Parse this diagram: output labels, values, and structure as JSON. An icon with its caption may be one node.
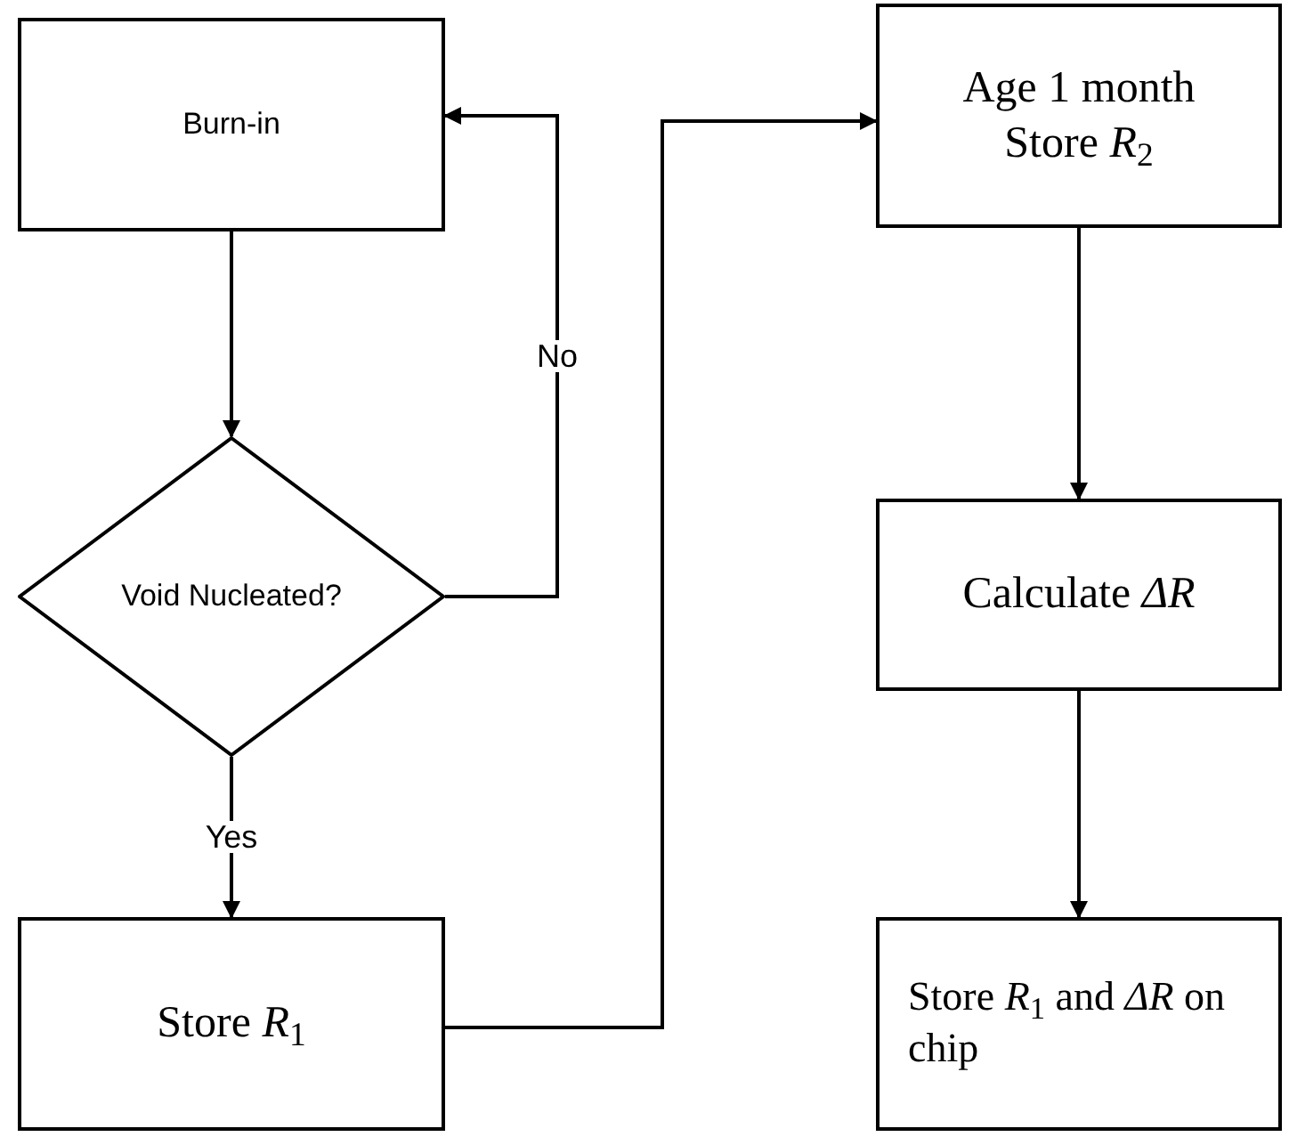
{
  "diagram": {
    "nodes": [
      {
        "text": [
          "Burn-in"
        ]
      },
      {
        "text": [
          "Void Nucleated?"
        ]
      },
      {
        "text": [
          "Store *R*$_{1}$"
        ]
      },
      {
        "text": [
          "Age 1 month",
          "Store *R*$_{2}$"
        ]
      },
      {
        "text": [
          "Calculate *ΔR*"
        ]
      },
      {
        "text": [
          "Store *R*$_{1}$ and *ΔR* on chip"
        ]
      }
    ],
    "edges": [
      {
        "from": 0,
        "to": 1,
        "arrow": "to"
      },
      {
        "from": 1,
        "to": 0,
        "arrow": "to",
        "label": "No"
      },
      {
        "from": 1,
        "to": 2,
        "arrow": "to",
        "label": "Yes"
      },
      {
        "from": 2,
        "to": 3,
        "arrow": "to"
      },
      {
        "from": 3,
        "to": 4,
        "arrow": "to"
      },
      {
        "from": 4,
        "to": 5,
        "arrow": "to"
      }
    ]
  }
}
